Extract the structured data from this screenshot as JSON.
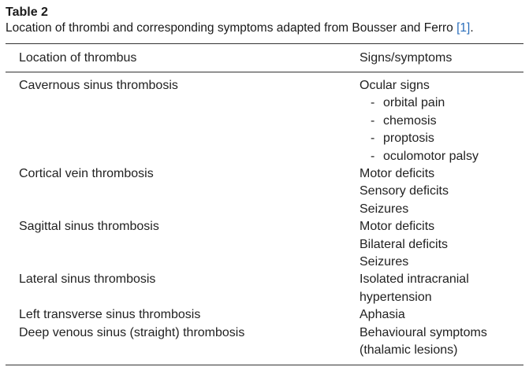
{
  "caption": {
    "title": "Table 2",
    "text": "Location of thrombi and corresponding symptoms adapted from Bousser and Ferro ",
    "ref": "[1]",
    "end": "."
  },
  "columns": {
    "location": "Location of thrombus",
    "signs": "Signs/symptoms"
  },
  "rows": [
    {
      "location": "Cavernous sinus thrombosis",
      "signs": [
        "Ocular signs"
      ],
      "sub_items": [
        "orbital pain",
        "chemosis",
        "proptosis",
        "oculomotor palsy"
      ]
    },
    {
      "location": "Cortical vein thrombosis",
      "signs": [
        "Motor deficits",
        "Sensory deficits",
        "Seizures"
      ]
    },
    {
      "location": "Sagittal sinus thrombosis",
      "signs": [
        "Motor deficits",
        "Bilateral deficits",
        "Seizures"
      ]
    },
    {
      "location": "Lateral sinus thrombosis",
      "signs": [
        "Isolated intracranial",
        "hypertension"
      ]
    },
    {
      "location": "Left transverse sinus thrombosis",
      "signs": [
        "Aphasia"
      ]
    },
    {
      "location": "Deep venous sinus (straight) thrombosis",
      "signs": [
        "Behavioural symptoms",
        "(thalamic lesions)"
      ]
    }
  ],
  "dash_symbol": "-"
}
